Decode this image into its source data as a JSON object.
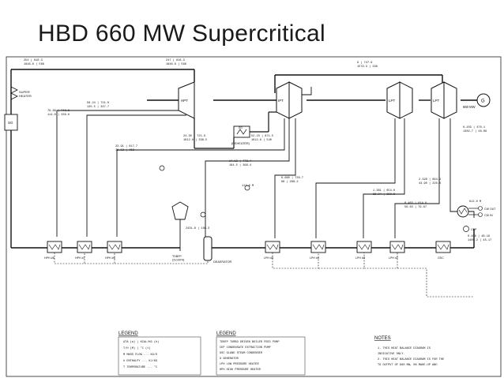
{
  "title": "HBD 660 MW Supercritical",
  "components": {
    "super_heater": "SUPER\nHEATER",
    "sg": "SG",
    "hpt": "HPT",
    "ipt": "IPT",
    "lpt1": "LPT",
    "lpt2": "LPT",
    "generator": "G",
    "output": "660 MW",
    "reheater": "(REHEATER)",
    "reheater_box": "SG",
    "deaerator": "DEAERATOR",
    "tdbfp": "TDBFP\n(2x100%)",
    "hph8": "HPH #8",
    "hph7": "HPH #7",
    "hph6": "HPH #6",
    "lph5": "LPH #5",
    "lph4": "LPH #4",
    "lph3": "LPH #3",
    "lph2": "LPH #2",
    "gsc": "GSC",
    "cep": "CEP",
    "cw_out": "CW OUT",
    "cw_in": "CW IN"
  },
  "stream_labels": [
    "254 | 810.3",
    "1846.8 | 566",
    "247 | 810.3",
    "1846.8 | 566",
    "9 | 747.9",
    "1579.3 | 336",
    "79.66 | 740.8",
    "114.0 | 336.6",
    "56.24 | 721.0",
    "135.5 | 337.7",
    "24.30 | 721.9",
    "1612.8 | 338.5",
    "52.23 | 871.5",
    "1612.8 | 540",
    "23.91 | 817.7",
    "76.53 | 463",
    "14.13 | 778.4",
    "184.5 | 368.4",
    "6.660 | 730.7",
    "68 | 289.2",
    "2.328 | 664.9",
    "43.90 | 220.8",
    "1.361 | 654.8",
    "88.04 | 190.6",
    "0.463 | 614.8",
    "56.63 | 79.67",
    "0.103 | 470.1",
    "1382.7 | 46.09",
    "112.6 M",
    "612.6 M",
    "0.408 | 48.16",
    "1485.2 | 45.17",
    "2431.8 | 188.3"
  ],
  "legend": {
    "heading": "LEGEND",
    "rows": [
      "ATA (a) | KCAL/KG (h)",
      "T/H (M) | °C (t)",
      "M      MASS FLOW ... KG/S",
      "h      ENTHALPY ... KJ/KG",
      "T      TEMPERATURE ... °C"
    ]
  },
  "legend2": {
    "heading": "LEGEND",
    "rows": [
      "TDBFP   TURBO DRIVEN BOILER FEED PUMP",
      "CEP     CONDENSATE EXTRACTION PUMP",
      "GSC     GLAND STEAM CONDENSER",
      "G       GENERATOR",
      "LPH     LOW PRESSURE HEATER",
      "HPH     HIGH PRESSURE HEATER"
    ]
  },
  "notes": {
    "heading": "NOTES",
    "rows": [
      "1. THIS HEAT BALANCE DIAGRAM IS",
      "   INDICATIVE ONLY.",
      "2. THIS HEAT BALANCE DIAGRAM IS FOR THE",
      "   TG OUTPUT OF 660 MW, 0% MAKE-UP AND"
    ]
  }
}
